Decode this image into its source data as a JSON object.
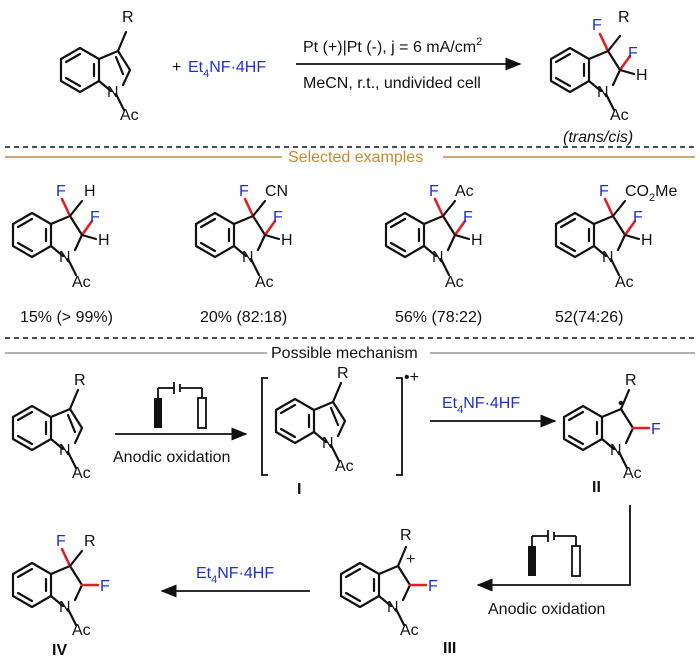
{
  "reaction": {
    "substrate_r": "R",
    "substrate_n": "N",
    "substrate_ac": "Ac",
    "plus": "+",
    "reagent_main": "Et",
    "reagent_sub": "4",
    "reagent_rest": "NF·4HF",
    "conditions_top_main": "Pt (+)|Pt (-), j = 6 mA/cm",
    "conditions_top_sup": "2",
    "conditions_bottom": "MeCN, r.t., undivided cell",
    "product_f1": "F",
    "product_r": "R",
    "product_f2": "F",
    "product_h": "H",
    "product_n": "N",
    "product_ac": "Ac",
    "product_ratio_label": "(trans/cis)"
  },
  "examples": {
    "section_title": "Selected examples",
    "items": [
      {
        "f1": "F",
        "sub": "H",
        "f2": "F",
        "h": "H",
        "n": "N",
        "ac": "Ac",
        "yield": "15% (> 99%)"
      },
      {
        "f1": "F",
        "sub": "CN",
        "f2": "F",
        "h": "H",
        "n": "N",
        "ac": "Ac",
        "yield": "20% (82:18)"
      },
      {
        "f1": "F",
        "sub": "Ac",
        "f2": "F",
        "h": "H",
        "n": "N",
        "ac": "Ac",
        "yield": "56% (78:22)"
      },
      {
        "f1": "F",
        "sub_main": "CO",
        "sub_sub": "2",
        "sub_rest": "Me",
        "f2": "F",
        "h": "H",
        "n": "N",
        "ac": "Ac",
        "yield": "52(74:26)"
      }
    ]
  },
  "mechanism": {
    "section_title": "Possible mechanism",
    "start": {
      "r": "R",
      "n": "N",
      "ac": "Ac"
    },
    "step1_label": "Anodic oxidation",
    "radical_cation": {
      "r": "R",
      "n": "N",
      "ac": "Ac",
      "charge": "•+",
      "label": "I"
    },
    "step2_reagent": {
      "main": "Et",
      "sub": "4",
      "rest": "NF·4HF"
    },
    "intermediate_ii": {
      "r": "R",
      "f": "F",
      "n": "N",
      "ac": "Ac",
      "radical": "•",
      "label": "II"
    },
    "step3_label": "Anodic oxidation",
    "intermediate_iii": {
      "r": "R",
      "plus": "+",
      "f": "F",
      "n": "N",
      "ac": "Ac",
      "label": "III"
    },
    "step4_reagent": {
      "main": "Et",
      "sub": "4",
      "rest": "NF·4HF"
    },
    "product_iv": {
      "f1": "F",
      "r": "R",
      "f2": "F",
      "n": "N",
      "ac": "Ac",
      "label": "IV"
    }
  }
}
